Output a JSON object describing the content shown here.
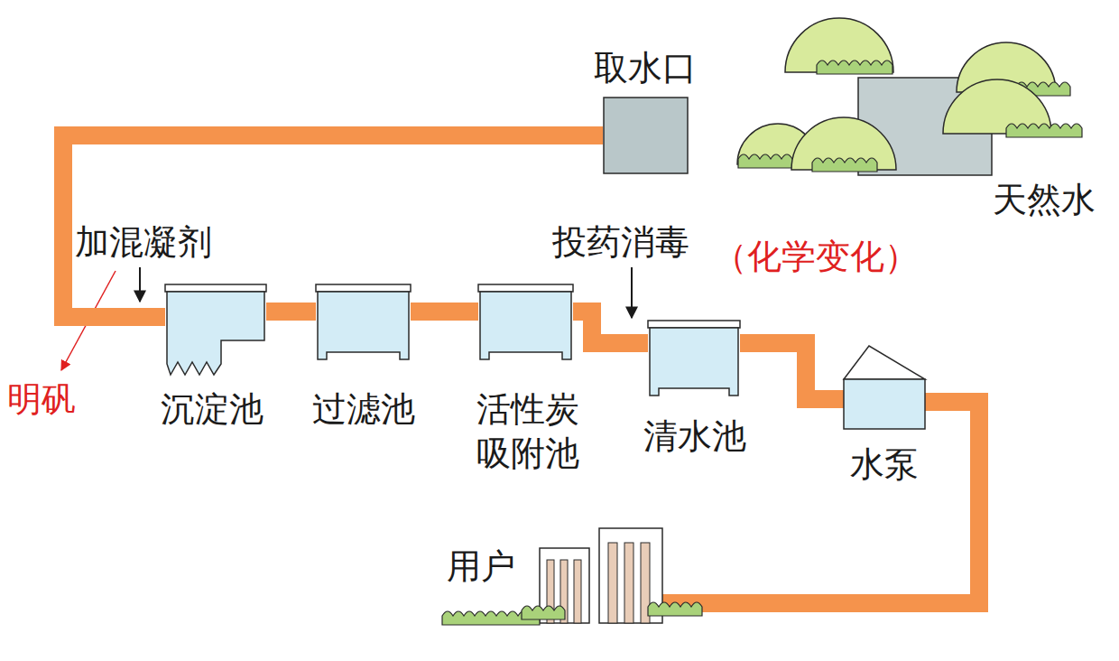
{
  "diagram": {
    "nodes": [
      {
        "text": [
          "取水口"
        ]
      },
      {
        "text": [
          "天然水"
        ]
      },
      {
        "text": [
          "沉淀池"
        ]
      },
      {
        "text": [
          "过滤池"
        ]
      },
      {
        "text": [
          "活性炭吸附池"
        ]
      },
      {
        "text": [
          "清水池"
        ]
      },
      {
        "text": [
          "水泵"
        ]
      },
      {
        "text": [
          "用户"
        ]
      }
    ],
    "edges": [
      {
        "from": 0,
        "to": 2,
        "arrow": "none"
      },
      {
        "from": 2,
        "to": 3,
        "arrow": "none"
      },
      {
        "from": 3,
        "to": 4,
        "arrow": "none"
      },
      {
        "from": 4,
        "to": 5,
        "arrow": "none"
      },
      {
        "from": 5,
        "to": 6,
        "arrow": "none"
      },
      {
        "from": 6,
        "to": 7,
        "arrow": "none"
      }
    ],
    "labels": [
      "加混凝剂",
      "明矾",
      "投药消毒",
      "（化学变化）"
    ]
  }
}
